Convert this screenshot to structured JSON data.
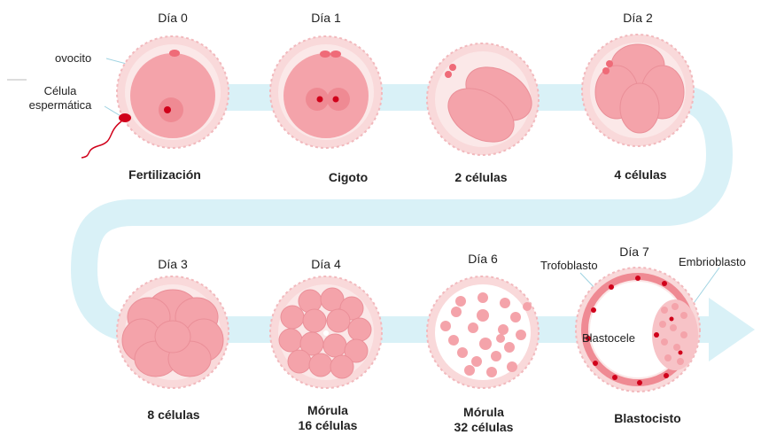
{
  "colors": {
    "arrow": "#d9f1f7",
    "zona_outer": "#f9d9da",
    "zona_inner": "#fbe8e8",
    "cell": "#f4a3aa",
    "cell_dark": "#ef8a93",
    "nucleus": "#e8434f",
    "sperm": "#d0001a"
  },
  "stages": [
    {
      "day": "Día 0",
      "name": "Fertilización",
      "icon": "oocyte-sperm"
    },
    {
      "day": "Día 1",
      "name": "Cigoto",
      "icon": "zygote"
    },
    {
      "day": "",
      "name": "2 células",
      "icon": "two-cell"
    },
    {
      "day": "Día 2",
      "name": "4 células",
      "icon": "four-cell"
    },
    {
      "day": "Día 3",
      "name": "8 células",
      "icon": "eight-cell"
    },
    {
      "day": "Día 4",
      "name_line1": "Mórula",
      "name_line2": "16 células",
      "icon": "morula-16"
    },
    {
      "day": "Día 6",
      "name_line1": "Mórula",
      "name_line2": "32 células",
      "icon": "morula-32"
    },
    {
      "day": "Día 7",
      "name": "Blastocisto",
      "icon": "blastocyst"
    }
  ],
  "annotations": {
    "ovocito": "ovocito",
    "celula_line1": "Célula",
    "celula_line2": "espermática",
    "trofoblasto": "Trofoblasto",
    "embrioblasto": "Embrioblasto",
    "blastocele": "Blastocele"
  }
}
